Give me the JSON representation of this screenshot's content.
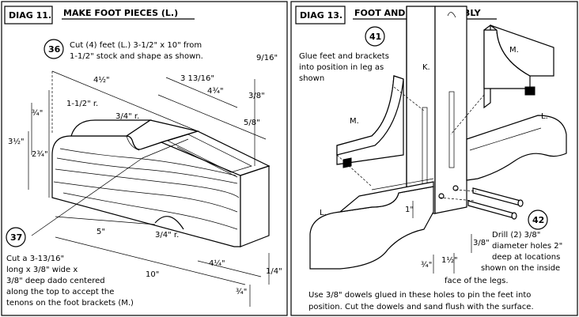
{
  "left_panel": {
    "diag_label": "DIAG 11.",
    "title": "MAKE FOOT PIECES (L.)",
    "step_36": "36",
    "step_36_text": [
      "Cut (4) feet (L.) 3-1/2\" x 10\" from",
      "1-1/2\" stock and shape as shown."
    ],
    "step_37": "37",
    "step_37_text": [
      "Cut a 3-13/16\"",
      "long x 3/8\" wide x",
      "3/8\" deep dado centered",
      "along the top to accept the",
      "tenons on the foot brackets (M.)"
    ],
    "dims": {
      "d_4_1_2": "4½\"",
      "d_3_13_16": "3 13/16\"",
      "d_4_3_4": "4¾\"",
      "d_9_16": "9/16\"",
      "d_3_8_a": "3/8\"",
      "d_5_8": "5/8\"",
      "d_1_1_2_r": "1-1/2\" r.",
      "d_3_4_r_top": "3/4\" r.",
      "d_3_1_2": "3½\"",
      "d_3_4_left": "¾\"",
      "d_2_3_4": "2¾\"",
      "d_5": "5\"",
      "d_3_4_r_bot": "3/4\" r.",
      "d_10": "10\"",
      "d_4_1_4": "4¼\"",
      "d_3_4_bot": "¾\"",
      "d_1_4": "1/4\""
    }
  },
  "right_panel": {
    "diag_label": "DIAG 13.",
    "title": "FOOT AND LEG ASSEMBLY",
    "step_41": "41",
    "step_41_text": [
      "Glue feet and brackets",
      "into position in leg as",
      "shown"
    ],
    "step_42": "42",
    "step_42_text": [
      "Drill (2) 3/8\"",
      "diameter holes 2\"",
      "deep at locations",
      "shown on the inside",
      "face of the legs."
    ],
    "bottom_text": [
      "Use 3/8\" dowels glued in these holes to pin the feet into",
      "position. Cut the dowels and sand flush with the surface."
    ],
    "part_labels": {
      "K": "K.",
      "M1": "M.",
      "M2": "M.",
      "L1": "L.",
      "L2": "L."
    },
    "dims": {
      "d_1_in": "1\"",
      "d_3_8": "3/8\"",
      "d_3_4": "¾\"",
      "d_1_1_2": "1½\""
    }
  }
}
